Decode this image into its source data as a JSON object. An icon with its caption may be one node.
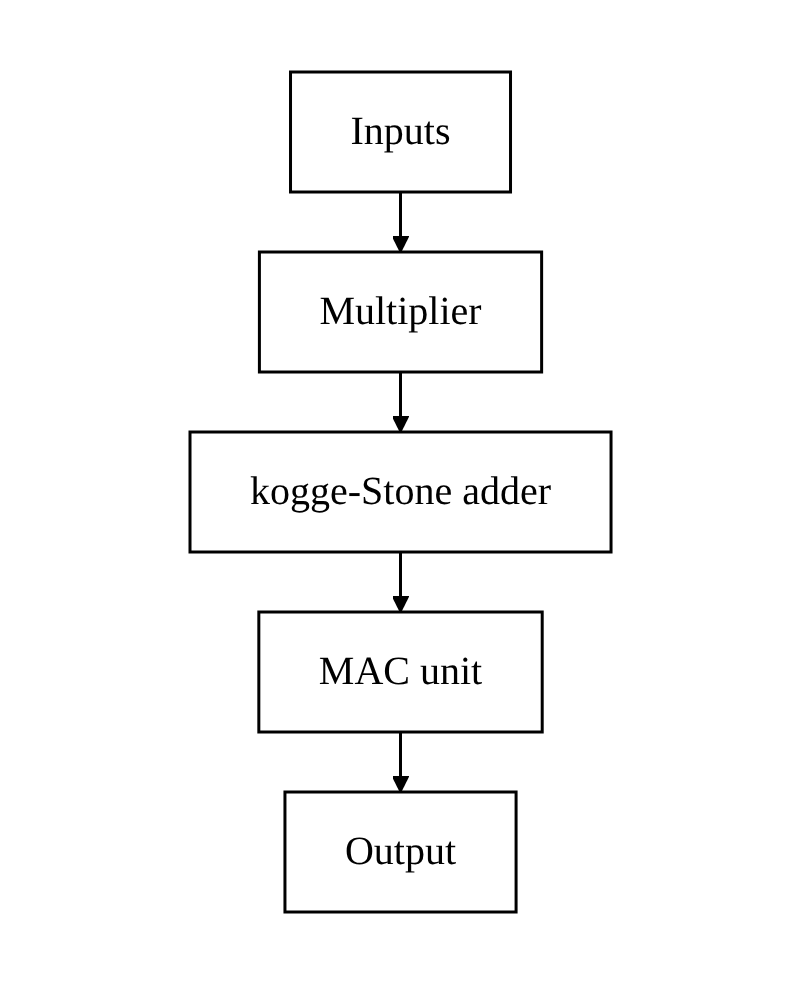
{
  "diagram": {
    "nodes": [
      {
        "text": [
          "Inputs"
        ]
      },
      {
        "text": [
          "Multiplier"
        ]
      },
      {
        "text": [
          "kogge-Stone adder"
        ]
      },
      {
        "text": [
          "MAC unit"
        ]
      },
      {
        "text": [
          "Output"
        ]
      }
    ],
    "edges": [
      {
        "from": 0,
        "to": 1,
        "arrow": "to"
      },
      {
        "from": 1,
        "to": 2,
        "arrow": "to"
      },
      {
        "from": 2,
        "to": 3,
        "arrow": "to"
      },
      {
        "from": 3,
        "to": 4,
        "arrow": "to"
      }
    ]
  }
}
